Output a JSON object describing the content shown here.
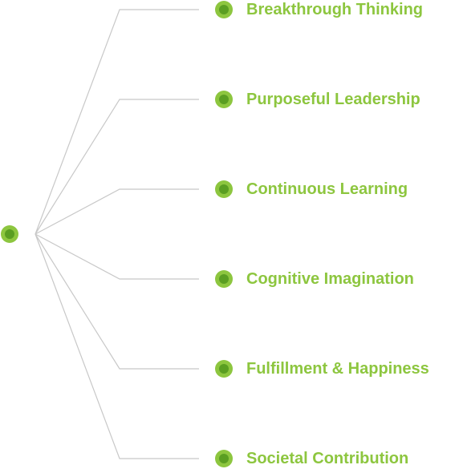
{
  "diagram": {
    "accent_color": "#8dc63f",
    "dot_inner_color": "#5a9e22",
    "connector_color": "#c8c8c8",
    "branches": [
      {
        "label": "Breakthrough Thinking"
      },
      {
        "label": "Purposeful Leadership"
      },
      {
        "label": "Continuous Learning"
      },
      {
        "label": "Cognitive Imagination"
      },
      {
        "label": "Fulfillment & Happiness"
      },
      {
        "label": "Societal Contribution"
      }
    ]
  }
}
